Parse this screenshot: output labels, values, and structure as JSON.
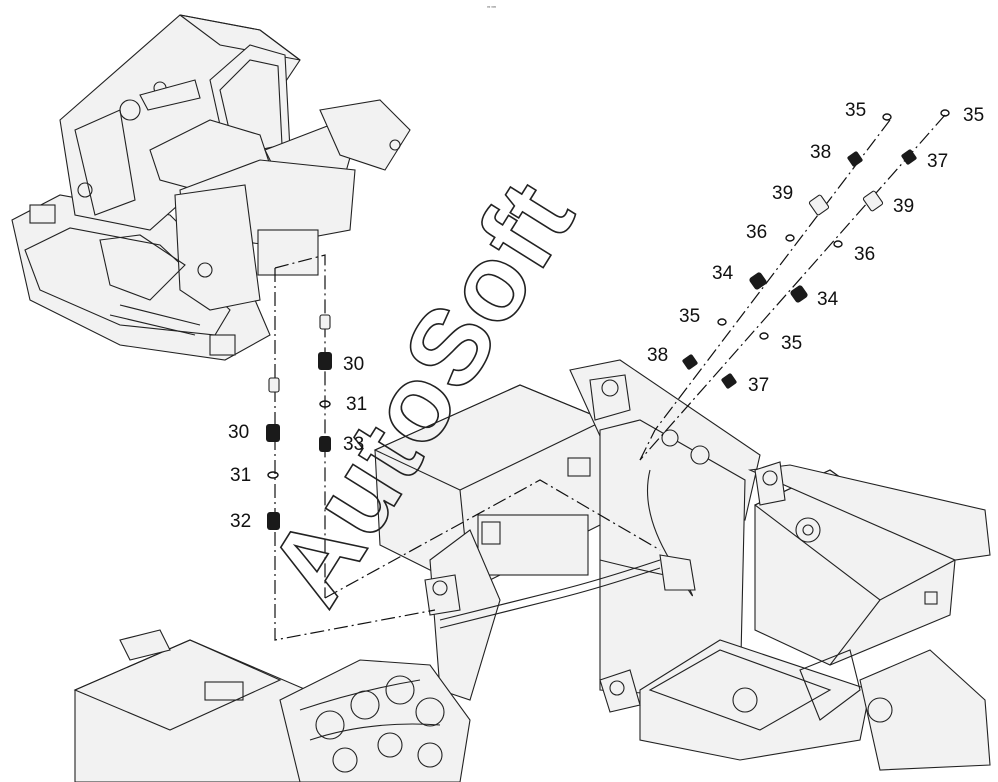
{
  "ref_code": "⁰⁰ ⁰⁰⁰",
  "watermark": "AutoSoft",
  "labels": {
    "l30a": "30",
    "l31a": "31",
    "l33": "33",
    "l30b": "30",
    "l31b": "31",
    "l32": "32",
    "l35a": "35",
    "l35b": "35",
    "l38a": "38",
    "l37a": "37",
    "l39a": "39",
    "l39b": "39",
    "l36a": "36",
    "l36b": "36",
    "l34a": "34",
    "l34b": "34",
    "l35c": "35",
    "l35d": "35",
    "l38b": "38",
    "l37b": "37"
  }
}
